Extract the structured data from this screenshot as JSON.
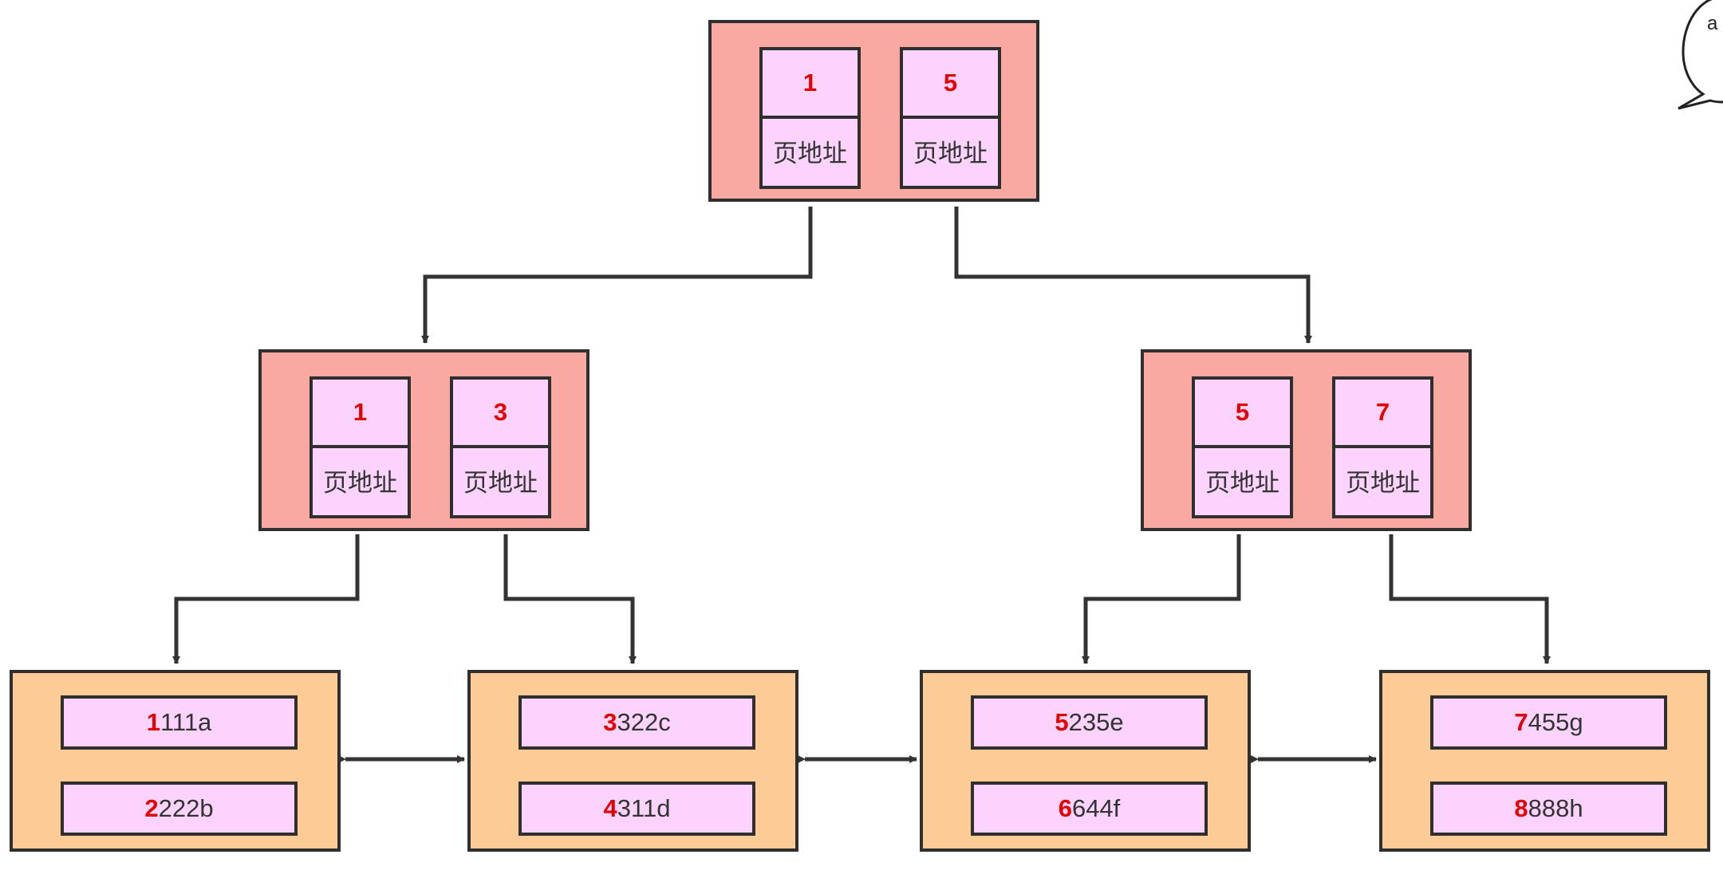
{
  "colors": {
    "internal_fill": "#f9a8a2",
    "leaf_fill": "#fdcc96",
    "cell_fill": "#fcd3fc",
    "key_color": "#e20000",
    "border": "#2f2f2f"
  },
  "root": {
    "cells": [
      {
        "key": "1",
        "pointer": "页地址"
      },
      {
        "key": "5",
        "pointer": "页地址"
      }
    ]
  },
  "internal_left": {
    "cells": [
      {
        "key": "1",
        "pointer": "页地址"
      },
      {
        "key": "3",
        "pointer": "页地址"
      }
    ]
  },
  "internal_right": {
    "cells": [
      {
        "key": "5",
        "pointer": "页地址"
      },
      {
        "key": "7",
        "pointer": "页地址"
      }
    ]
  },
  "leaves": [
    {
      "records": [
        {
          "key": "1",
          "rest": "111a"
        },
        {
          "key": "2",
          "rest": "222b"
        }
      ]
    },
    {
      "records": [
        {
          "key": "3",
          "rest": "322c"
        },
        {
          "key": "4",
          "rest": "311d"
        }
      ]
    },
    {
      "records": [
        {
          "key": "5",
          "rest": "235e"
        },
        {
          "key": "6",
          "rest": "644f"
        }
      ]
    },
    {
      "records": [
        {
          "key": "7",
          "rest": "455g"
        },
        {
          "key": "8",
          "rest": "888h"
        }
      ]
    }
  ],
  "bubble": {
    "text": "a"
  }
}
